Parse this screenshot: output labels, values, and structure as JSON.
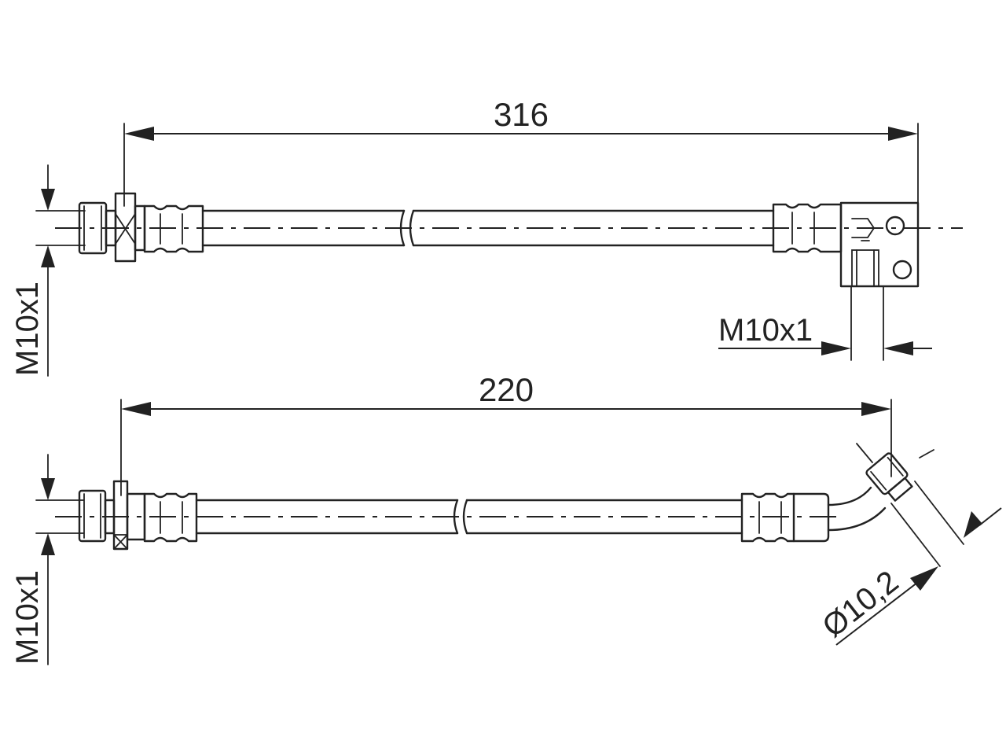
{
  "hose_top": {
    "length_label": "316",
    "thread_left_label": "M10x1",
    "thread_right_label": "M10x1"
  },
  "hose_bottom": {
    "length_label": "220",
    "thread_left_label": "M10x1",
    "diameter_label": "Ø10,2"
  }
}
